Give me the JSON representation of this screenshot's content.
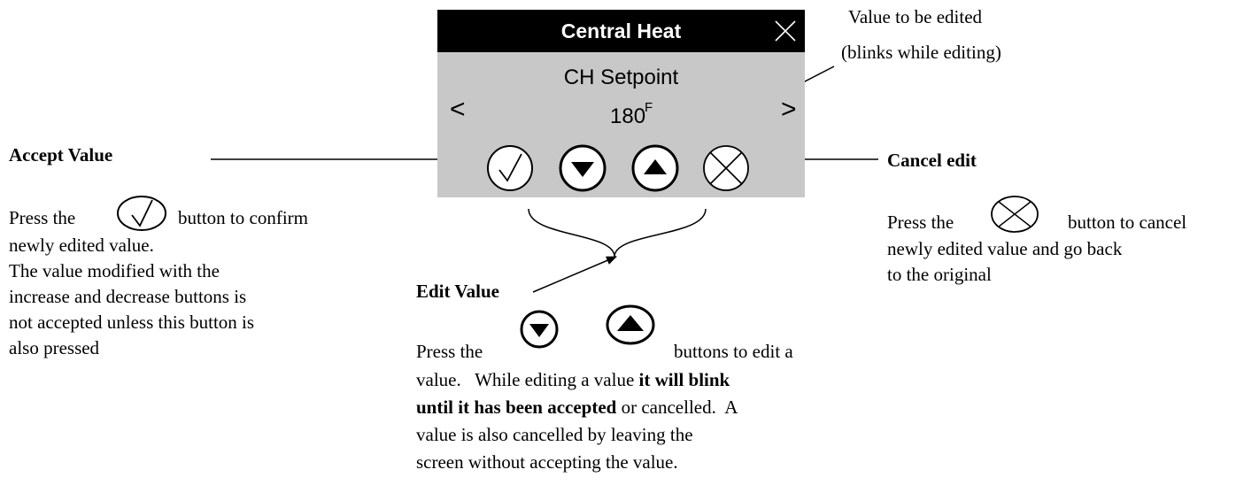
{
  "device": {
    "title": "Central Heat",
    "screen_label": "CH Setpoint",
    "value": "180",
    "unit": "F",
    "nav_prev": "<",
    "nav_next": ">",
    "icons": [
      "close-icon",
      "check-icon",
      "down-arrow-icon",
      "up-arrow-icon",
      "cancel-x-icon"
    ]
  },
  "annotations": {
    "value_callout": {
      "line1": "Value to be edited",
      "line2": "(blinks while editing)"
    },
    "accept": {
      "title": "Accept Value",
      "text_before_icon": "Press the",
      "text_after_icon": "button to confirm",
      "lines": [
        "newly edited value.",
        "The value modified with the",
        "increase and decrease buttons is",
        "not accepted unless this button is",
        "also pressed"
      ]
    },
    "cancel": {
      "title": "Cancel edit",
      "text_before_icon": "Press the",
      "text_after_icon": "button to cancel",
      "lines": [
        "newly edited value and go back",
        "to the original"
      ]
    },
    "edit": {
      "title": "Edit Value",
      "text_before_icon": "Press the",
      "text_after_icon": "buttons to edit a",
      "line2": "value.   While editing a value ",
      "line2_bold": "it will blink",
      "line3_bold": "until it has been accepted",
      "line3_rest": " or cancelled.  A",
      "line4": "value is also cancelled by leaving the",
      "line5": "screen without accepting the value."
    }
  }
}
